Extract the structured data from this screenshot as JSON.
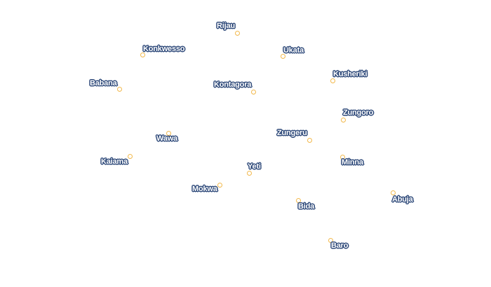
{
  "map": {
    "colors": {
      "marker_stroke": "#f2b84b",
      "label_fill": "#ffffff",
      "label_halo": "#2f4a7a"
    },
    "places": [
      {
        "name": "Rijau"
      },
      {
        "name": "Konkwesso"
      },
      {
        "name": "Ukata"
      },
      {
        "name": "Babana"
      },
      {
        "name": "Kontagora"
      },
      {
        "name": "Kusheriki"
      },
      {
        "name": "Zungoro"
      },
      {
        "name": "Wawa"
      },
      {
        "name": "Zungeru"
      },
      {
        "name": "Kaiama"
      },
      {
        "name": "Yeti"
      },
      {
        "name": "Minna"
      },
      {
        "name": "Mokwa"
      },
      {
        "name": "Abuja"
      },
      {
        "name": "Bida"
      },
      {
        "name": "Baro"
      }
    ]
  }
}
